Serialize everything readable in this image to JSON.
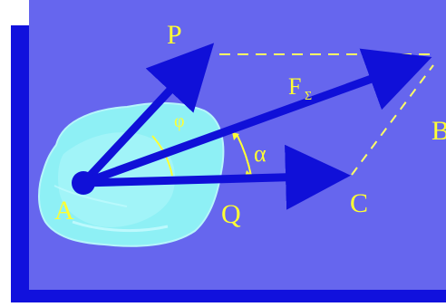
{
  "diagram": {
    "labels": {
      "point_a": "A",
      "force_p": "P",
      "force_q": "Q",
      "point_c": "C",
      "point_b": "B",
      "resultant": "F",
      "resultant_sub": "Σ",
      "angle_alpha": "α",
      "angle_phi": "φ"
    },
    "colors": {
      "background": "#ffffff",
      "panel": "#6666ee",
      "panel_shadow": "#1111dd",
      "vector": "#1010d8",
      "label": "#ffff33",
      "dashed": "#ffff66",
      "body_fill": "#8ef0f5",
      "body_highlight": "#c8fbff"
    },
    "vectors": [
      "P",
      "Q",
      "F_Σ"
    ],
    "dashed_lines": [
      "P–B",
      "C–B"
    ]
  }
}
